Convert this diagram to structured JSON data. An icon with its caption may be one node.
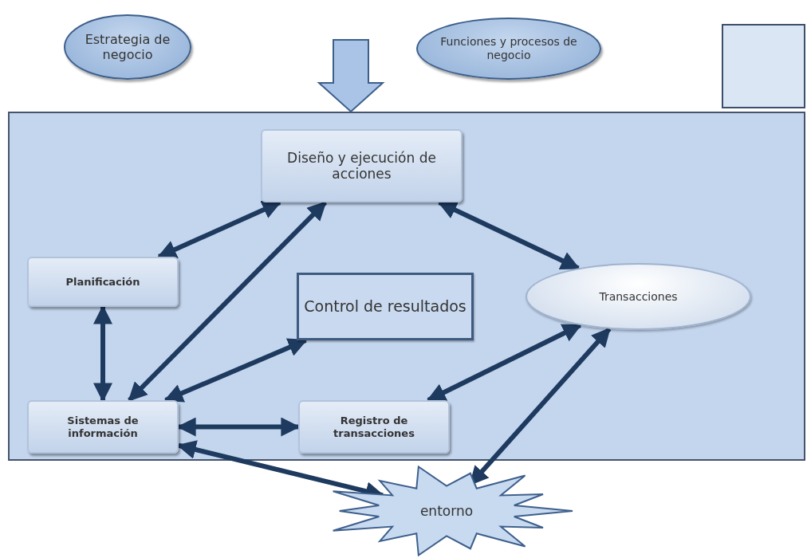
{
  "diagram": {
    "nodes": [
      {
        "text": [
          "Estrategia de negocio"
        ]
      },
      {
        "text": [
          "Funciones y procesos de negocio"
        ]
      },
      {
        "text": [],
        "shape": "box"
      },
      {
        "text": [],
        "shape": "box"
      },
      {
        "text": [
          "Diseño y ejecución de acciones"
        ],
        "in": 3
      },
      {
        "text": [
          "Planificación"
        ],
        "in": 3
      },
      {
        "text": [
          "Control de resultados"
        ],
        "in": 3
      },
      {
        "text": [
          "Transacciones"
        ],
        "in": 3
      },
      {
        "text": [
          "Sistemas de información"
        ],
        "in": 3
      },
      {
        "text": [
          "Registro de transacciones"
        ],
        "in": 3
      },
      {
        "text": [
          "entorno"
        ]
      }
    ],
    "edges": [
      {
        "from": null,
        "to": 3,
        "arrow": "to",
        "style": "thick",
        "color": "#a9c4e6"
      },
      {
        "from": 5,
        "to": 4,
        "arrow": "both"
      },
      {
        "from": 4,
        "to": 8,
        "arrow": "both"
      },
      {
        "from": 4,
        "to": 7,
        "arrow": "both"
      },
      {
        "from": 5,
        "to": 8,
        "arrow": "both"
      },
      {
        "from": 8,
        "to": 6,
        "arrow": "both"
      },
      {
        "from": 8,
        "to": 9,
        "arrow": "both"
      },
      {
        "from": 9,
        "to": 7,
        "arrow": "both"
      },
      {
        "from": 8,
        "to": 10,
        "arrow": "both"
      },
      {
        "from": 7,
        "to": 10,
        "arrow": "both"
      }
    ]
  }
}
